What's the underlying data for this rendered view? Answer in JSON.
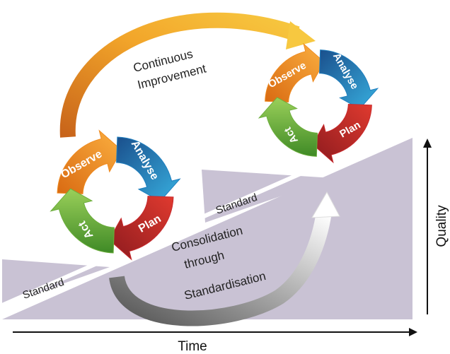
{
  "axes": {
    "x_label": "Time",
    "y_label": "Quality"
  },
  "ramp_color": "#c9c2d4",
  "standard_labels": [
    "Standard",
    "Standard"
  ],
  "top_arc_label": [
    "Continuous",
    "Improvement"
  ],
  "bottom_arc_label": [
    "Consolidation",
    "through",
    "Standardisation"
  ],
  "cycles": [
    {
      "name": "left-cycle",
      "steps": [
        {
          "label": "Observe",
          "color": "#ef8a1f"
        },
        {
          "label": "Analyse",
          "color": "#1f7fbf"
        },
        {
          "label": "Plan",
          "color": "#c8282c"
        },
        {
          "label": "Act",
          "color": "#6cae3c"
        }
      ]
    },
    {
      "name": "right-cycle",
      "steps": [
        {
          "label": "Observe",
          "color": "#ef8a1f"
        },
        {
          "label": "Analyse",
          "color": "#1f7fbf"
        },
        {
          "label": "Plan",
          "color": "#c8282c"
        },
        {
          "label": "Act",
          "color": "#6cae3c"
        }
      ]
    }
  ]
}
